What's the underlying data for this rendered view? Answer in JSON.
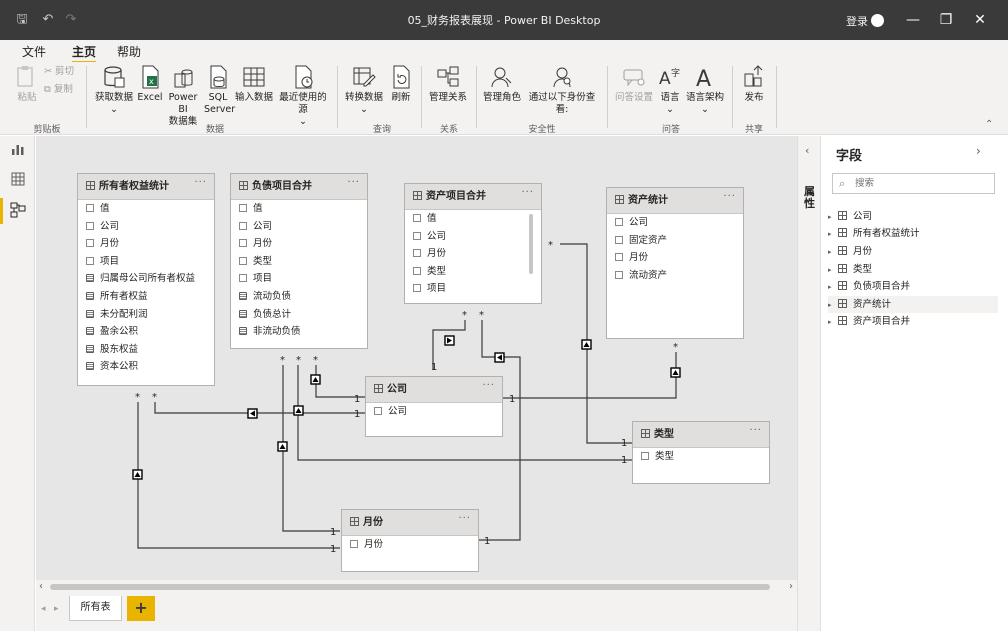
{
  "titlebar": {
    "title": "05_财务报表展现 - Power BI Desktop",
    "login": "登录"
  },
  "menu": {
    "tabs": [
      "文件",
      "主页",
      "帮助"
    ]
  },
  "ribbon": {
    "paste": "粘贴",
    "cut": "剪切",
    "copy": "复制",
    "get_data": "获取数据",
    "excel": "Excel",
    "pbi_dataset_1": "Power BI",
    "pbi_dataset_2": "数据集",
    "sql_1": "SQL",
    "sql_2": "Server",
    "enter_data": "输入数据",
    "recent": "最近使用的源",
    "transform": "转换数据",
    "refresh": "刷新",
    "manage_rel": "管理关系",
    "manage_roles": "管理角色",
    "view_as": "通过以下身份查看:",
    "qa_setup": "问答设置",
    "language": "语言",
    "linguistic": "语言架构",
    "publish": "发布",
    "groups": {
      "clipboard": "剪贴板",
      "data": "数据",
      "query": "查询",
      "relations": "关系",
      "security": "安全性",
      "qa": "问答",
      "share": "共享"
    }
  },
  "tables": {
    "owners": {
      "name": "所有者权益统计",
      "fields": [
        "值",
        "公司",
        "月份",
        "项目",
        "归属母公司所有者权益",
        "所有者权益",
        "未分配利润",
        "盈余公积",
        "股东权益",
        "资本公积"
      ]
    },
    "liab": {
      "name": "负债项目合并",
      "fields": [
        "值",
        "公司",
        "月份",
        "类型",
        "项目",
        "流动负债",
        "负债总计",
        "非流动负债"
      ]
    },
    "assetitems": {
      "name": "资产项目合并",
      "fields": [
        "值",
        "公司",
        "月份",
        "类型",
        "项目"
      ]
    },
    "assetstats": {
      "name": "资产统计",
      "fields": [
        "公司",
        "固定资产",
        "月份",
        "流动资产"
      ]
    },
    "company": {
      "name": "公司",
      "fields": [
        "公司"
      ]
    },
    "type": {
      "name": "类型",
      "fields": [
        "类型"
      ]
    },
    "month": {
      "name": "月份",
      "fields": [
        "月份"
      ]
    }
  },
  "relations": {
    "many": "*",
    "one": "1"
  },
  "bottom": {
    "tab": "所有表",
    "add": "+"
  },
  "props": {
    "label": "属性"
  },
  "fields_pane": {
    "title": "字段",
    "search_placeholder": "搜索",
    "items": [
      "公司",
      "所有者权益统计",
      "月份",
      "类型",
      "负债项目合并",
      "资产统计",
      "资产项目合并"
    ]
  }
}
